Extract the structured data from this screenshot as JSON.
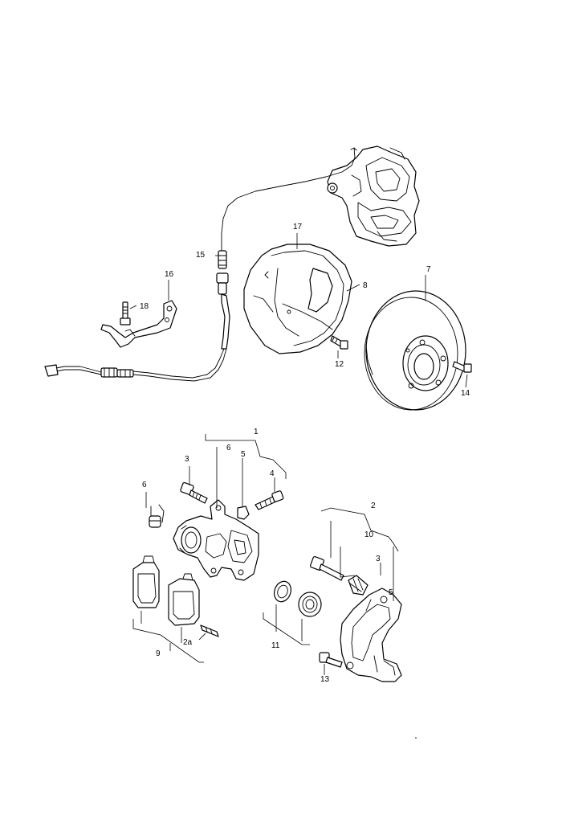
{
  "callouts": {
    "c1": "1",
    "c2": "2",
    "c2a": "2a",
    "c3_top": "3",
    "c3_bottom": "3",
    "c4": "4",
    "c5_top": "5",
    "c5_bottom": "5",
    "c6_left": "6",
    "c6_top": "6",
    "c7": "7",
    "c8": "8",
    "c9": "9",
    "c10": "10",
    "c11": "11",
    "c12": "12",
    "c13": "13",
    "c14": "14",
    "c15": "15",
    "c16": "16",
    "c17": "17",
    "c18": "18"
  },
  "parts": [
    {
      "callout": "1",
      "part": "brake-caliper-housing"
    },
    {
      "callout": "2",
      "part": "caliper-carrier"
    },
    {
      "callout": "2a",
      "part": "retaining-spring"
    },
    {
      "callout": "3",
      "part": "bolt"
    },
    {
      "callout": "4",
      "part": "guide-pin"
    },
    {
      "callout": "5",
      "part": "boot"
    },
    {
      "callout": "6",
      "part": "bleeder-valve"
    },
    {
      "callout": "7",
      "part": "brake-disc"
    },
    {
      "callout": "8",
      "part": "splash-shield"
    },
    {
      "callout": "9",
      "part": "brake-pads"
    },
    {
      "callout": "10",
      "part": "guide-sleeve"
    },
    {
      "callout": "11",
      "part": "piston-seal-kit"
    },
    {
      "callout": "12",
      "part": "screw"
    },
    {
      "callout": "13",
      "part": "bolt"
    },
    {
      "callout": "14",
      "part": "screw"
    },
    {
      "callout": "15",
      "part": "brake-hose"
    },
    {
      "callout": "16",
      "part": "bracket"
    },
    {
      "callout": "17",
      "part": "clip"
    },
    {
      "callout": "18",
      "part": "bolt"
    }
  ]
}
